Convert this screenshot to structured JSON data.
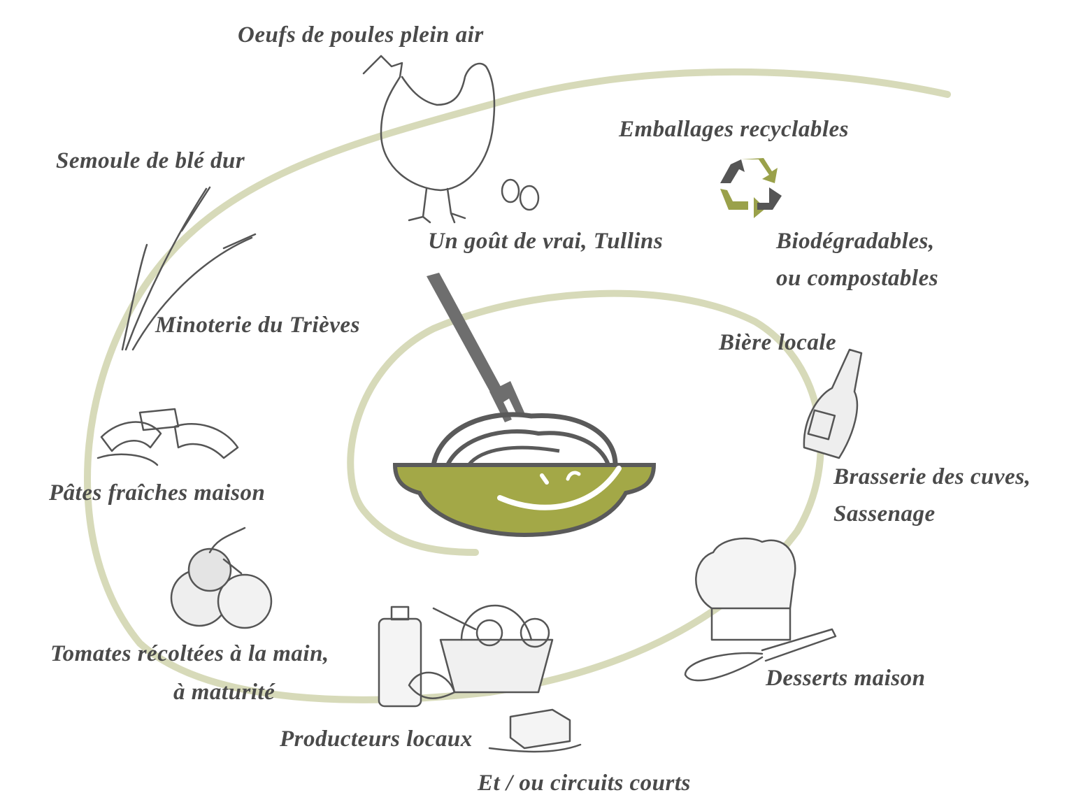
{
  "colors": {
    "spiral": "#d7dab9",
    "bowl": "#a3a847",
    "bowl_outline": "#5a5a5a",
    "fork": "#6e6e6e",
    "text": "#4a4a4a",
    "recycle_green": "#9aa14a",
    "recycle_grey": "#555555"
  },
  "icons": [
    "hen-icon",
    "eggs-icon",
    "recycle-icon",
    "wheat-icon",
    "pasta-icon",
    "tomatoes-icon",
    "vegetable-basket-icon",
    "milk-can-icon",
    "butter-icon",
    "beer-bottle-icon",
    "chef-hat-icon",
    "whisk-icon",
    "pasta-bowl-icon",
    "fork-icon"
  ],
  "labels": {
    "eggs": "Oeufs de poules plein air",
    "packaging": "Emballages recyclables",
    "semolina": "Semoule de blé dur",
    "eggs_supplier": "Un goût de vrai, Tullins",
    "biodegradable_1": "Biodégradables,",
    "biodegradable_2": "ou compostables",
    "mill": "Minoterie du Trièves",
    "beer": "Bière locale",
    "brewery_1": "Brasserie des cuves,",
    "brewery_2": "Sassenage",
    "pasta": "Pâtes fraîches maison",
    "tomatoes_1": "Tomates récoltées à la main,",
    "tomatoes_2": "à maturité",
    "desserts": "Desserts maison",
    "producers": "Producteurs locaux",
    "short_circuits": "Et / ou circuits courts"
  }
}
